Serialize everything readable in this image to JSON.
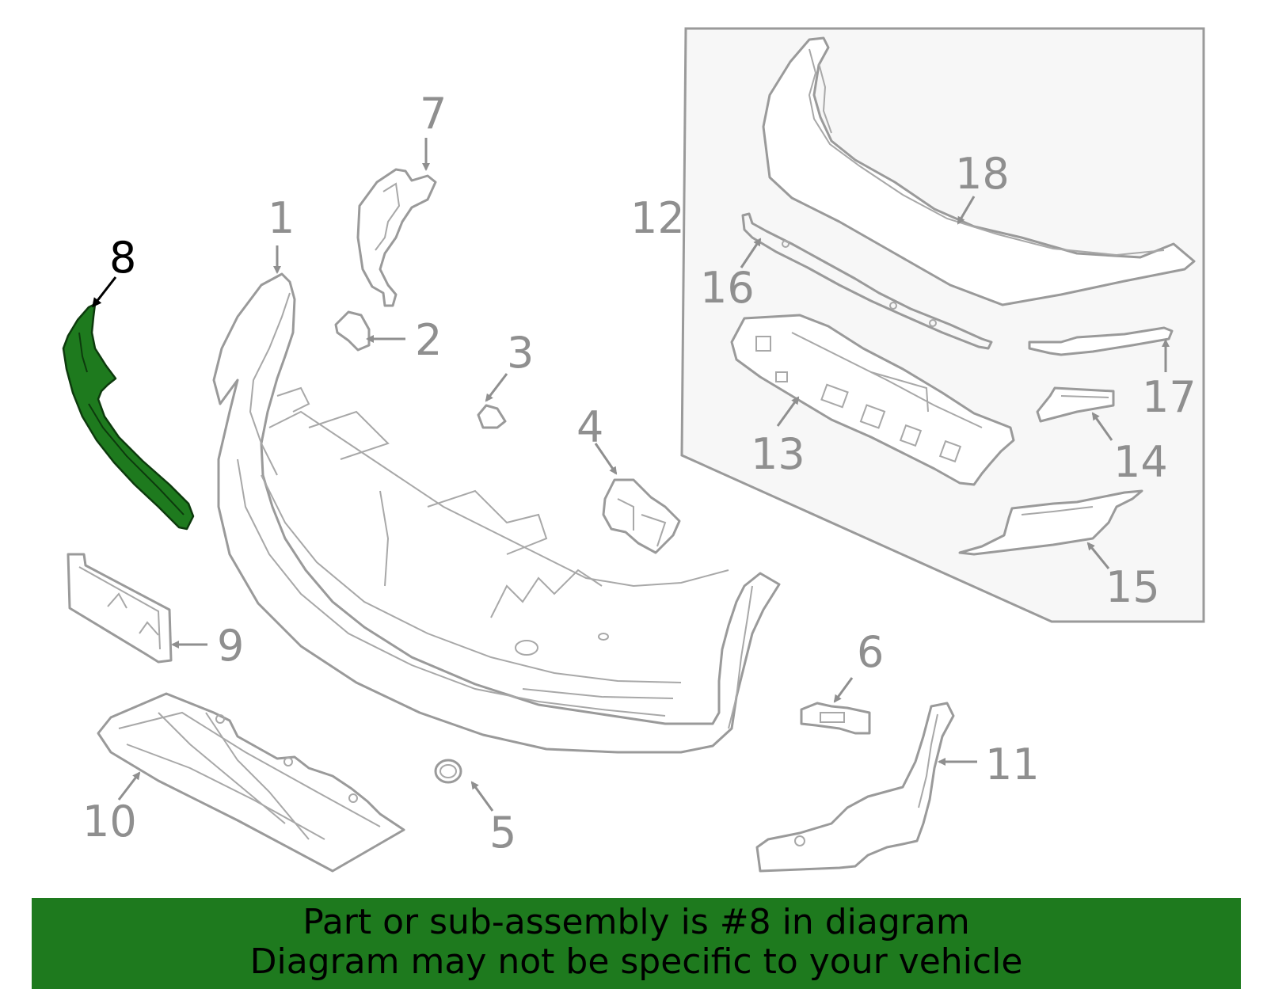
{
  "diagram": {
    "highlight_color": "#1e7a1e",
    "line_color": "#9a9a9a",
    "selected_part": "8",
    "callouts": {
      "c1": "1",
      "c2": "2",
      "c3": "3",
      "c4": "4",
      "c5": "5",
      "c6": "6",
      "c7": "7",
      "c8": "8",
      "c9": "9",
      "c10": "10",
      "c11": "11",
      "c12": "12",
      "c13": "13",
      "c14": "14",
      "c15": "15",
      "c16": "16",
      "c17": "17",
      "c18": "18"
    }
  },
  "banner": {
    "color": "#1e7a1e",
    "line1": "Part or sub-assembly is #8 in diagram",
    "line2": "Diagram may not be specific to your vehicle"
  }
}
